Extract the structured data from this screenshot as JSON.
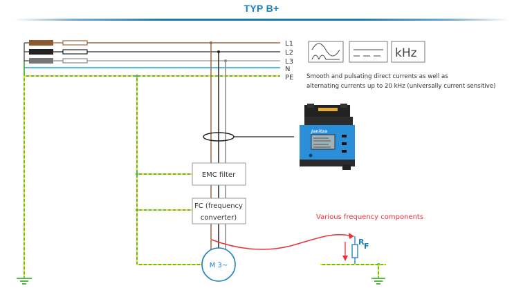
{
  "header": {
    "title": "TYP B+"
  },
  "lines": {
    "l1": "L1",
    "l2": "L2",
    "l3": "L3",
    "n": "N",
    "pe": "PE"
  },
  "symbols": {
    "ac_wave_icon": "ac-wave",
    "dc_icon": "dc-smooth-pulsating",
    "khz_label": "kHz"
  },
  "description": {
    "line1": "Smooth and pulsating direct currents as well as",
    "line2": "alternating currents up to 20 kHz (universally current sensitive)"
  },
  "device": {
    "brand": "Janitza"
  },
  "components": {
    "emc_filter": "EMC filter",
    "fc_line1": "FC (frequency",
    "fc_line2": "converter)",
    "motor": "M 3~",
    "resistor_label": "R",
    "resistor_sub": "F"
  },
  "annotation": {
    "frequency_components": "Various frequency components"
  },
  "colors": {
    "title": "#1a7fc1",
    "l1": "#9b6a45",
    "l2": "#222222",
    "l3": "#8a8a8a",
    "n": "#35b5e8",
    "pe_green": "#5ab84a",
    "pe_yellow": "#f4e600",
    "motor": "#1a7fc1",
    "red": "#e8323a"
  }
}
